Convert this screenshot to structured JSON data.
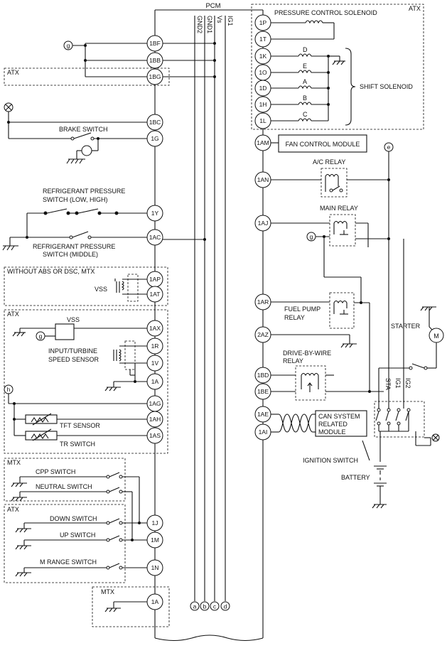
{
  "pcm": {
    "title": "PCM",
    "rails": [
      "GND2",
      "GND1",
      "Vs",
      "IG1"
    ],
    "rail_ends": [
      "a",
      "b",
      "c",
      "d"
    ]
  },
  "left_pins": [
    "1BF",
    "1BB",
    "1BG",
    "1BC",
    "1G",
    "1Y",
    "1AC",
    "1AP",
    "1AT",
    "1AX",
    "1R",
    "1V",
    "1A",
    "1AG",
    "1AH",
    "1AS",
    "1J",
    "1M",
    "1N",
    "1A"
  ],
  "right_pins": [
    "1P",
    "1T",
    "1K",
    "1O",
    "1D",
    "1H",
    "1L",
    "1AM",
    "1AN",
    "1AJ",
    "1AR",
    "2AZ",
    "1BD",
    "1BE",
    "1AE",
    "1AI"
  ],
  "connectors": [
    "g",
    "g",
    "g",
    "h",
    "e"
  ],
  "labels": {
    "atx_top_left": "ATX",
    "atx_top_right": "ATX",
    "brake_switch": "BRAKE SWITCH",
    "refrig_low_high_1": "REFRIGERANT PRESSURE",
    "refrig_low_high_2": "SWITCH (LOW, HIGH)",
    "refrig_middle_1": "REFRIGERANT PRESSURE",
    "refrig_middle_2": "SWITCH (MIDDLE)",
    "without_abs": "WITHOUT ABS OR DSC, MTX",
    "vss_1": "VSS",
    "atx_middle": "ATX",
    "vss_2": "VSS",
    "input_turbine_1": "INPUT/TURBINE",
    "input_turbine_2": "SPEED SENSOR",
    "tft_sensor": "TFT SENSOR",
    "tr_switch": "TR SWITCH",
    "mtx_1": "MTX",
    "cpp_switch": "CPP SWITCH",
    "neutral_switch": "NEUTRAL SWITCH",
    "atx_lower": "ATX",
    "down_switch": "DOWN SWITCH",
    "up_switch": "UP SWITCH",
    "m_range_switch": "M RANGE SWITCH",
    "mtx_2": "MTX",
    "pressure_control": "PRESSURE CONTROL SOLENOID",
    "solenoid_d": "D",
    "solenoid_e": "E",
    "solenoid_a": "A",
    "solenoid_b": "B",
    "solenoid_c": "C",
    "shift_solenoid": "SHIFT SOLENOID",
    "fan_control": "FAN CONTROL MODULE",
    "ac_relay": "A/C RELAY",
    "main_relay": "MAIN RELAY",
    "fuel_pump_1": "FUEL PUMP",
    "fuel_pump_2": "RELAY",
    "dbw_1": "DRIVE-BY-WIRE",
    "dbw_2": "RELAY",
    "starter": "STARTER",
    "motor": "M",
    "sta": "STA",
    "ig1": "IG1",
    "ig2": "IG2",
    "can_1": "CAN SYSTEM",
    "can_2": "RELATED",
    "can_3": "MODULE",
    "ignition_switch": "IGNITION SWITCH",
    "battery": "BATTERY"
  }
}
